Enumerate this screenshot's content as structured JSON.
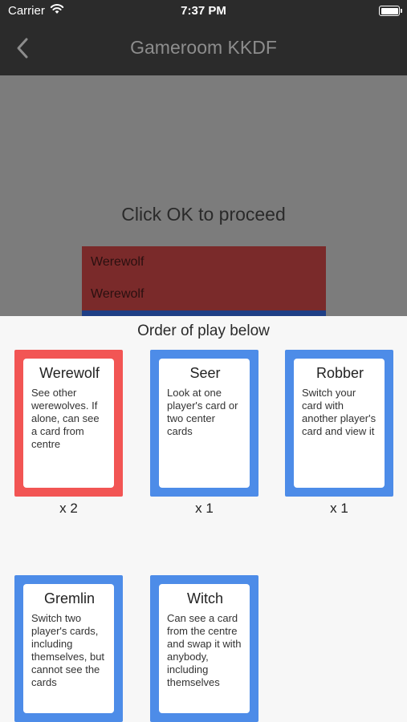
{
  "status_bar": {
    "carrier": "Carrier",
    "time": "7:37 PM"
  },
  "nav": {
    "title": "Gameroom KKDF"
  },
  "content": {
    "prompt": "Click OK to proceed",
    "roles": [
      "Werewolf",
      "Werewolf"
    ]
  },
  "sheet": {
    "heading": "Order of play below",
    "cards": [
      {
        "name": "Werewolf",
        "description": "See other werewolves. If alone, can see a card from centre",
        "count": "x 2",
        "color": "#f25554"
      },
      {
        "name": "Seer",
        "description": "Look at one player's card or two center cards",
        "count": "x 1",
        "color": "#4d8ce8"
      },
      {
        "name": "Robber",
        "description": "Switch your card with another player's card and view it",
        "count": "x 1",
        "color": "#4d8ce8"
      },
      {
        "name": "Gremlin",
        "description": "Switch two player's cards, including themselves, but cannot see the cards",
        "count": "",
        "color": "#4d8ce8"
      },
      {
        "name": "Witch",
        "description": "Can see a card from the centre and swap it with anybody, including themselves",
        "count": "",
        "color": "#4d8ce8"
      }
    ]
  },
  "icons": {
    "back": "chevron-left-icon",
    "wifi": "wifi-icon",
    "battery": "battery-icon"
  }
}
